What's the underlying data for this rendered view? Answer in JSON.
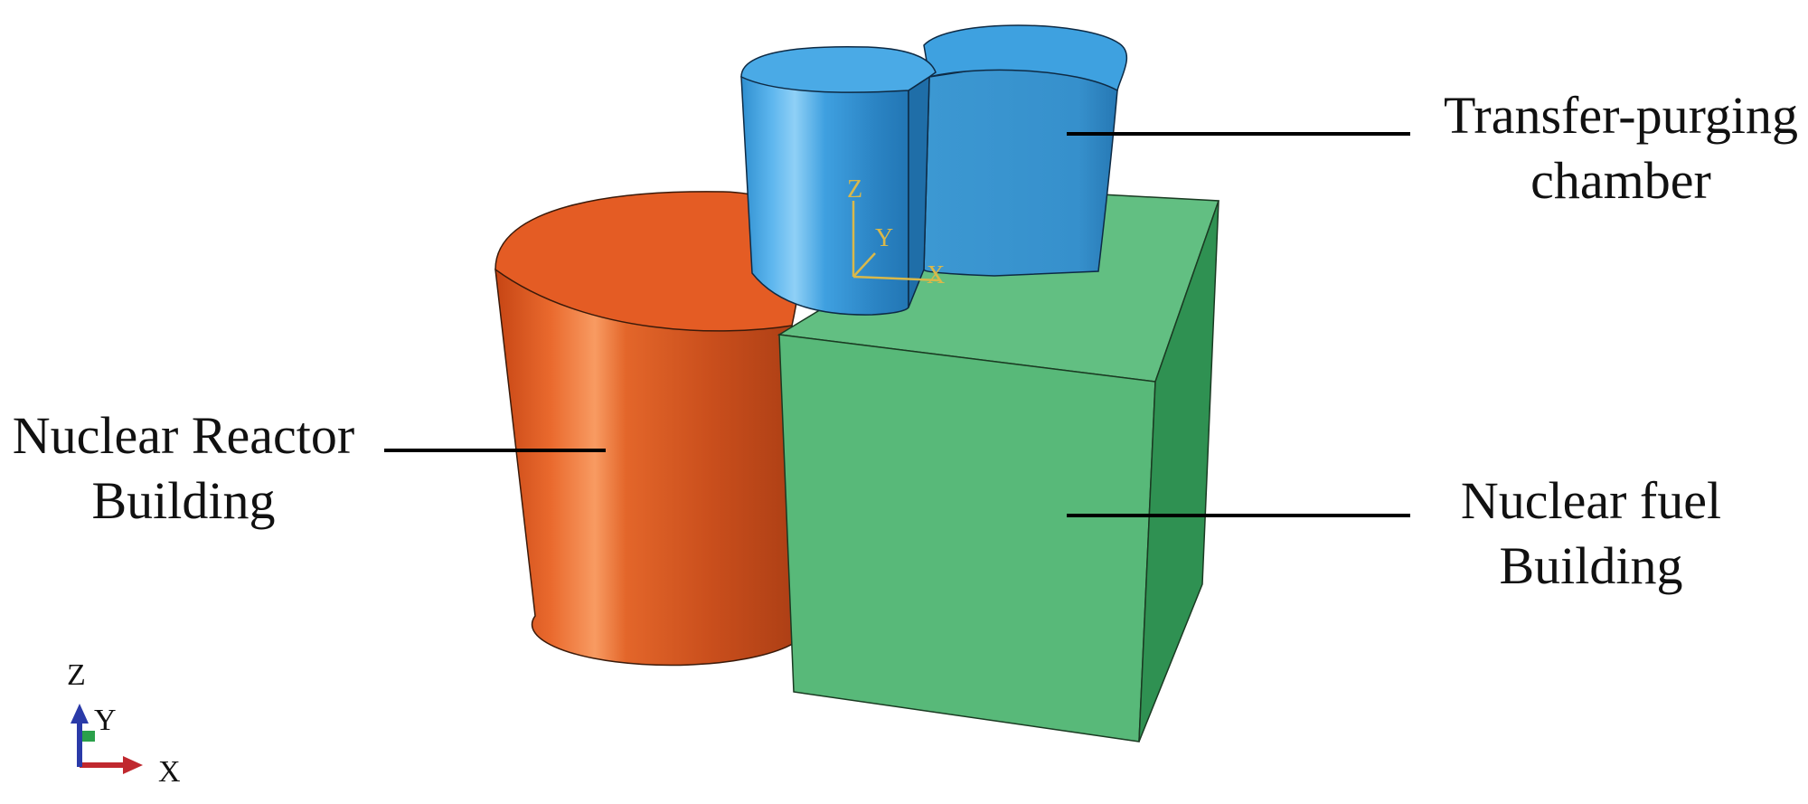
{
  "labels": {
    "reactor": {
      "line1": "Nuclear Reactor",
      "line2": "Building"
    },
    "fuel": {
      "line1": "Nuclear fuel",
      "line2": "Building"
    },
    "transfer": {
      "line1": "Transfer-purging",
      "line2": "chamber"
    }
  },
  "local_triad": {
    "z": "Z",
    "y": "Y",
    "x": "X"
  },
  "global_triad": {
    "z": "Z",
    "y": "Y",
    "x": "X"
  },
  "colors": {
    "reactor": "#e05a23",
    "fuel": "#5cbd7e",
    "transfer": "#3a9ad9",
    "triad": "#d9b84a",
    "axis_x": "#c0282e",
    "axis_z": "#2a3aa8",
    "axis_y": "#2aa04a"
  }
}
